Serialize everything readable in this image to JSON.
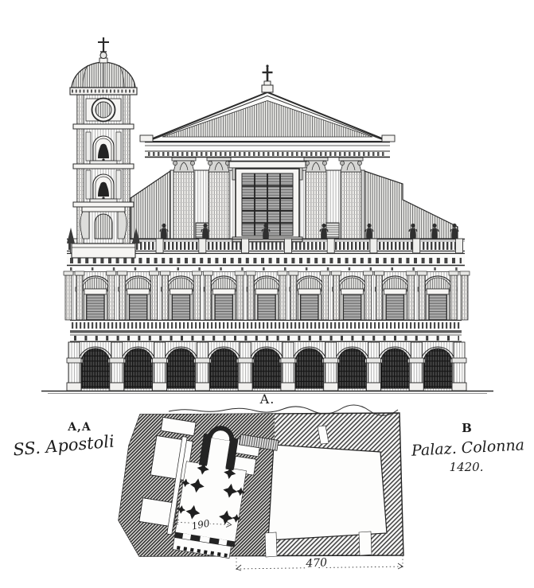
{
  "plate": {
    "elevation": {
      "caption": "A."
    },
    "plan": {
      "church_key": "A,A",
      "church_name": "SS. Apostoli",
      "palace_key": "B",
      "palace_name": "Palaz. Colonna",
      "palace_year": "1420.",
      "nave_width_dimension": "190",
      "block_width_dimension": "470"
    },
    "colors": {
      "paper": "#ffffff",
      "ink": "#2b2b2b"
    }
  }
}
